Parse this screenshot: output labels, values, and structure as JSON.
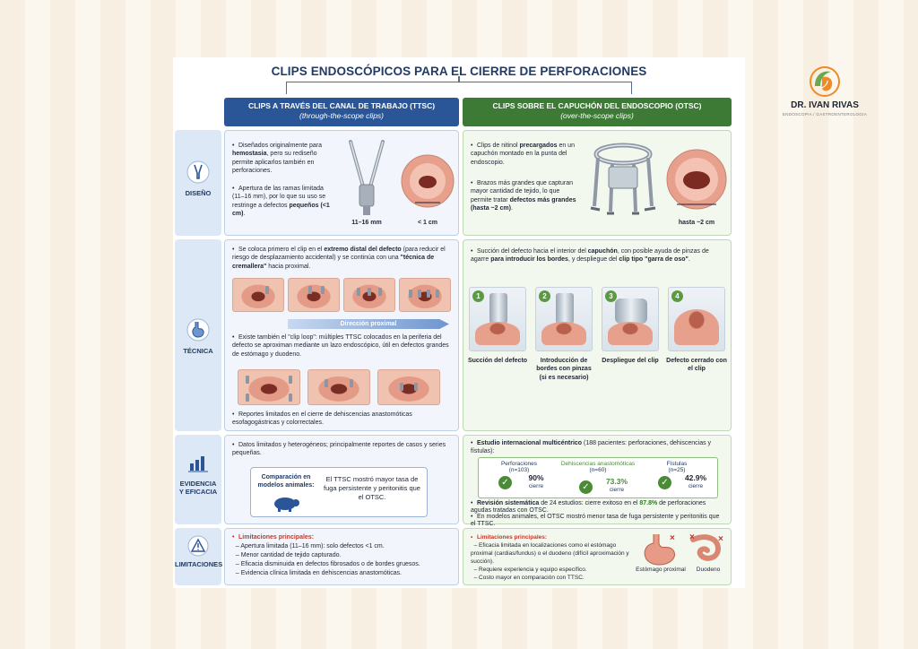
{
  "title": "CLIPS ENDOSCÓPICOS PARA EL CIERRE DE PERFORACIONES",
  "columns": {
    "ttsc": {
      "title": "CLIPS A TRAVÉS DEL CANAL DE TRABAJO (TTSC)",
      "subtitle": "(through-the-scope clips)"
    },
    "otsc": {
      "title": "CLIPS SOBRE EL CAPUCHÓN DEL ENDOSCOPIO (OTSC)",
      "subtitle": "(over-the-scope clips)"
    }
  },
  "rows": {
    "diseno": {
      "label": "DISEÑO",
      "ttsc": {
        "b1_plain1": "Diseñados originalmente para ",
        "b1_bold": "hemostasia",
        "b1_plain2": ", pero su rediseño permite aplicarlos también en perforaciones.",
        "b2_plain1": "Apertura de las ramas limitada (11–16 mm), por lo que su uso se restringe a defectos ",
        "b2_bold": "pequeños (<1 cm)",
        "b2_plain2": ".",
        "caption1": "11–16 mm",
        "caption2": "< 1 cm"
      },
      "otsc": {
        "b1_plain1": "Clips de nitinol ",
        "b1_bold": "precargados",
        "b1_plain2": " en un capuchón montado en la punta del endoscopio.",
        "b2_plain1": "Brazos más grandes que capturan mayor cantidad de tejido, lo que permite tratar ",
        "b2_bold": "defectos más grandes (hasta ~2 cm)",
        "b2_plain2": ".",
        "caption": "hasta ~2 cm"
      }
    },
    "tecnica": {
      "label": "TÉCNICA",
      "ttsc": {
        "b1_plain1": "Se coloca primero el clip en el ",
        "b1_bold1": "extremo distal del defecto",
        "b1_plain2": " (para reducir el riesgo de desplazamiento accidental) y se continúa con una ",
        "b1_bold2": "\"técnica de cremallera\"",
        "b1_plain3": " hacia proximal.",
        "direction": "Dirección proximal",
        "b2": "Existe también el \"clip loop\": múltiples TTSC colocados en la periferia del defecto se aproximan mediante un lazo endoscópico, útil en defectos grandes de estómago y duodeno.",
        "b3": "Reportes limitados en el cierre de dehiscencias anastomóticas esofagogástricas y colorrectales."
      },
      "otsc": {
        "b1_plain1": "Succión del defecto hacia el interior del ",
        "b1_bold1": "capuchón",
        "b1_plain2": ", con posible ayuda de pinzas de agarre ",
        "b1_bold2": "para introducir los bordes",
        "b1_plain3": ", y despliegue del ",
        "b1_bold3": "clip tipo \"garra de oso\"",
        "b1_plain4": ".",
        "steps": [
          {
            "num": "1",
            "label": "Succión del defecto"
          },
          {
            "num": "2",
            "label": "Introducción de bordes con pinzas (si es necesario)"
          },
          {
            "num": "3",
            "label": "Despliegue del clip"
          },
          {
            "num": "4",
            "label": "Defecto cerrado con el clip"
          }
        ]
      }
    },
    "evidencia": {
      "label1": "EVIDENCIA",
      "label2": "Y EFICACIA",
      "ttsc": {
        "b1": "Datos limitados y heterogéneos; principalmente reportes de casos y series pequeñas.",
        "compare_title": "Comparación en modelos animales:",
        "compare_text": "El TTSC mostró mayor tasa de fuga persistente y peritonitis que el OTSC."
      },
      "otsc": {
        "b1_bold": "Estudio internacional multicéntrico",
        "b1_plain": " (188 pacientes: perforaciones, dehiscencias y fístulas):",
        "results": [
          {
            "name": "Perforaciones",
            "n": "(n=103)",
            "pct": "90%",
            "word": "cierre"
          },
          {
            "name": "Dehiscencias anastomóticas",
            "n": "(n=60)",
            "pct": "73.3%",
            "word": "cierre"
          },
          {
            "name": "Fístulas",
            "n": "(n=25)",
            "pct": "42.9%",
            "word": "cierre"
          }
        ],
        "b2_bold": "Revisión sistemática",
        "b2_plain1": " de 24 estudios: cierre exitoso en el ",
        "b2_pct": "87.8%",
        "b2_plain2": " de perforaciones agudas tratadas con OTSC.",
        "b3": "En modelos animales, el OTSC mostró menor tasa de fuga persistente y peritonitis que el TTSC."
      }
    },
    "limitaciones": {
      "label": "LIMITACIONES",
      "ttsc": {
        "head": "Limitaciones principales:",
        "items": [
          "Apertura limitada (11–16 mm): solo defectos <1 cm.",
          "Menor cantidad de tejido capturado.",
          "Eficacia disminuida en defectos fibrosados o de bordes gruesos.",
          "Evidencia clínica limitada en dehiscencias anastomóticas."
        ]
      },
      "otsc": {
        "head": "Limitaciones principales:",
        "items": [
          "Eficacia limitada en localizaciones como el estómago proximal (cardias/fundus) o el duodeno (difícil aproximación y succión).",
          "Requiere experiencia y equipo específico.",
          "Costo mayor en comparación con TTSC."
        ],
        "organ1": "Estómago proximal",
        "organ2": "Duodeno"
      }
    }
  },
  "logo": {
    "name": "DR. IVAN RIVAS",
    "sub": "ENDOSCOPIA / GASTROENTEROLOGIA"
  },
  "colors": {
    "ttsc": "#2a5596",
    "otsc": "#3d7a35",
    "warn": "#c0392b"
  }
}
